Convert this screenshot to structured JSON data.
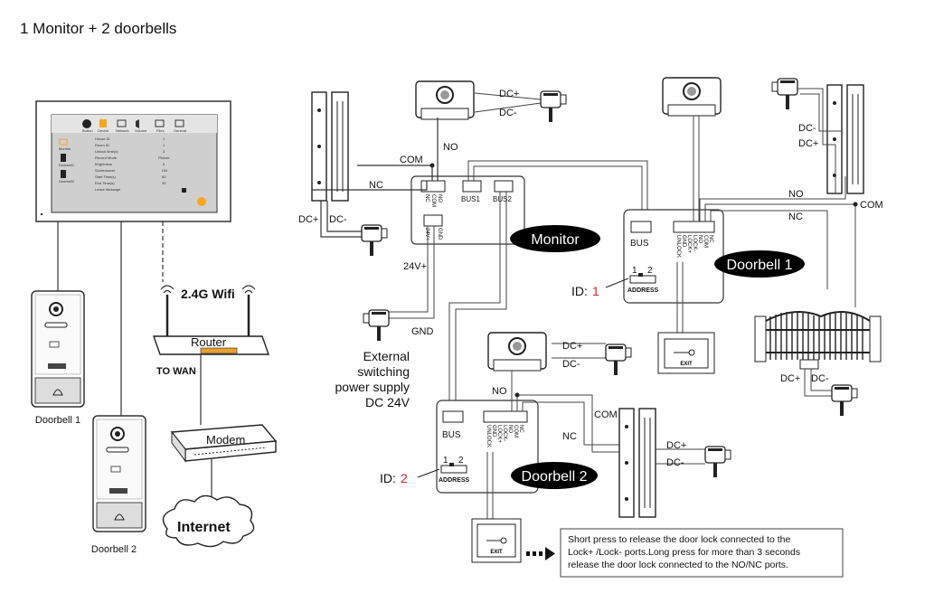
{
  "title": "1 Monitor + 2 doorbells",
  "monitor_screen": {
    "tabs": [
      "Button",
      "Device",
      "Network",
      "Volume",
      "Files",
      "General"
    ],
    "side_items": [
      "Monitor",
      "Doorbell1",
      "Doorbell2"
    ],
    "settings": [
      {
        "label": "House ID",
        "value": "1"
      },
      {
        "label": "Room ID",
        "value": "1"
      },
      {
        "label": "Unlock time(s)",
        "value": "3"
      },
      {
        "label": "Record Mode",
        "value": "Picture"
      },
      {
        "label": "Brightness",
        "value": "5"
      },
      {
        "label": "Screensaver",
        "value": "ON"
      },
      {
        "label": "Start Time(s)",
        "value": "60"
      },
      {
        "label": "End Time(s)",
        "value": "30"
      },
      {
        "label": "Leave Message",
        "value": ""
      }
    ],
    "accent_color": "#f5a623"
  },
  "left": {
    "doorbell1_label": "Doorbell 1",
    "doorbell2_label": "Doorbell 2",
    "wifi_label": "2.4G Wifi",
    "router_label": "Router",
    "to_wan_label": "TO WAN",
    "modem_label": "Modem",
    "internet_label": "Internet"
  },
  "monitor_unit": {
    "name": "Monitor",
    "relay_pins": [
      "NC",
      "COM",
      "NO"
    ],
    "bus1": "BUS1",
    "bus2": "BUS2",
    "power_pins": [
      "24V+",
      "GND"
    ],
    "wire_labels": {
      "com": "COM",
      "nc": "NC",
      "no": "NO",
      "dcp": "DC+",
      "dcm": "DC-",
      "v24": "24V+",
      "gnd": "GND",
      "lock_dcp": "DC+",
      "lock_dcm": "DC-"
    },
    "psu_lines": [
      "External",
      "switching",
      "power supply",
      "DC 24V"
    ]
  },
  "doorbell1_unit": {
    "name": "Doorbell 1",
    "bus": "BUS",
    "pins": [
      "UNLOCK",
      "GND",
      "LOCK+",
      "LOCK-",
      "NO",
      "COM",
      "NC"
    ],
    "address_label": "ADDRESS",
    "switch_numbers": [
      "1",
      "2"
    ],
    "id_label": "ID:",
    "id_value": "1",
    "exit_label": "EXIT",
    "wire_labels": {
      "no": "NO",
      "nc": "NC",
      "com": "COM",
      "dcm": "DC-",
      "dcp": "DC+",
      "gate_dcp": "DC+",
      "gate_dcm": "DC-"
    }
  },
  "doorbell2_unit": {
    "name": "Doorbell 2",
    "bus": "BUS",
    "pins": [
      "UNLOCK",
      "GND",
      "LOCK+",
      "LOCK-",
      "NO",
      "COM",
      "NC"
    ],
    "address_label": "ADDRESS",
    "switch_numbers": [
      "1",
      "2"
    ],
    "id_label": "ID:",
    "id_value": "2",
    "exit_label": "EXIT",
    "wire_labels": {
      "no": "NO",
      "com": "COM",
      "nc": "NC",
      "lock_dcp": "DC+",
      "lock_dcm": "DC-",
      "mag_dcp": "DC+",
      "mag_dcm": "DC-"
    }
  },
  "note": [
    "Short press to release the door lock connected to the",
    "Lock+ /Lock- ports.Long press for more than 3 seconds",
    "release the door lock connected to the NO/NC ports."
  ],
  "id_color": "#e02020"
}
